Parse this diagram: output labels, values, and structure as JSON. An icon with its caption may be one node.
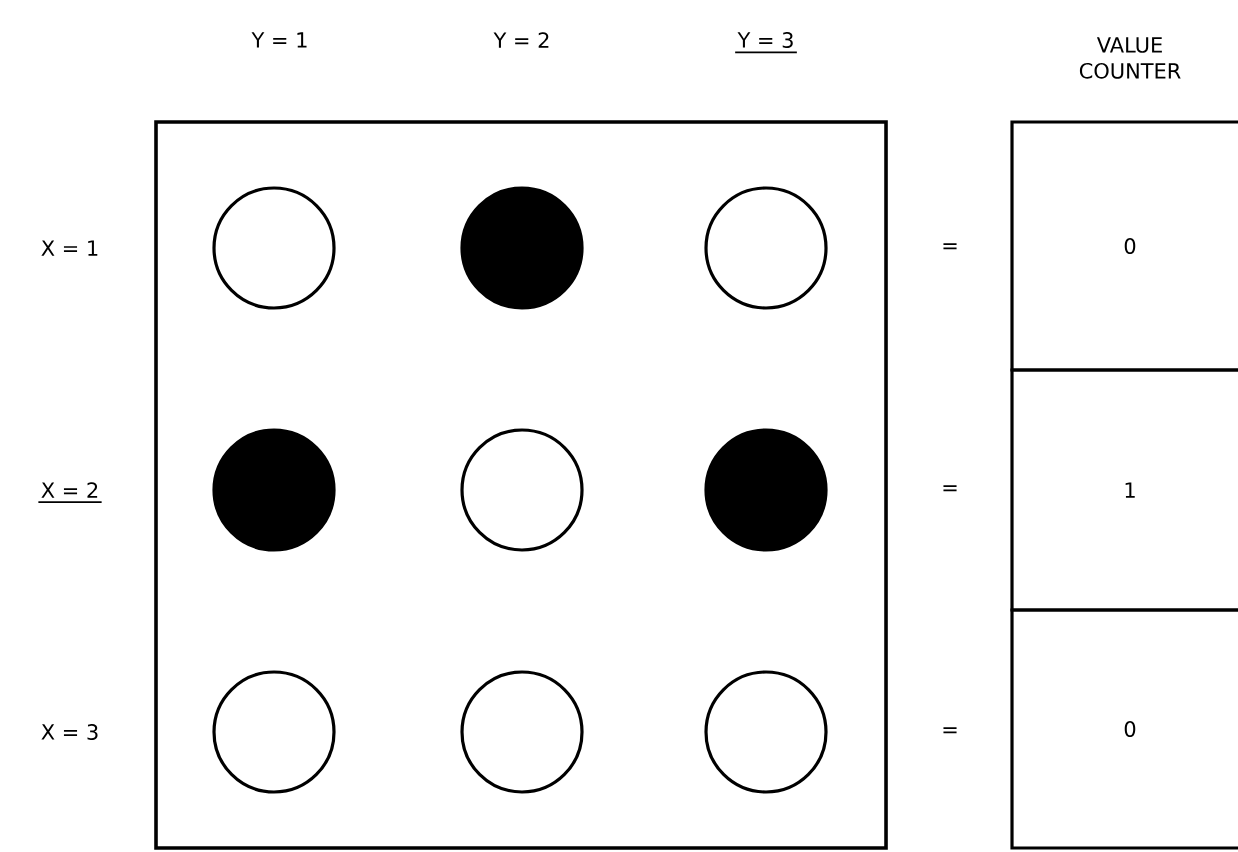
{
  "diagram": {
    "nodes": [
      {
        "text": [],
        "shape": "box"
      },
      {
        "text": [],
        "shape": "circle",
        "in": 0
      },
      {
        "text": [],
        "shape": "disc",
        "in": 0
      },
      {
        "text": [],
        "shape": "circle",
        "in": 0
      },
      {
        "text": [],
        "shape": "disc",
        "in": 0
      },
      {
        "text": [],
        "shape": "circle",
        "in": 0
      },
      {
        "text": [],
        "shape": "disc",
        "in": 0
      },
      {
        "text": [],
        "shape": "circle",
        "in": 0
      },
      {
        "text": [],
        "shape": "circle",
        "in": 0
      },
      {
        "text": [],
        "shape": "circle",
        "in": 0
      },
      {
        "text": [
          "0"
        ]
      },
      {
        "text": [
          "1"
        ]
      },
      {
        "text": [
          "0"
        ]
      }
    ],
    "labels": [
      "Y = 1",
      "Y = 2",
      "Y = 3",
      "VALUE COUNTER",
      "X = 1",
      "=",
      "X = 2",
      "=",
      "X = 3",
      "="
    ]
  }
}
